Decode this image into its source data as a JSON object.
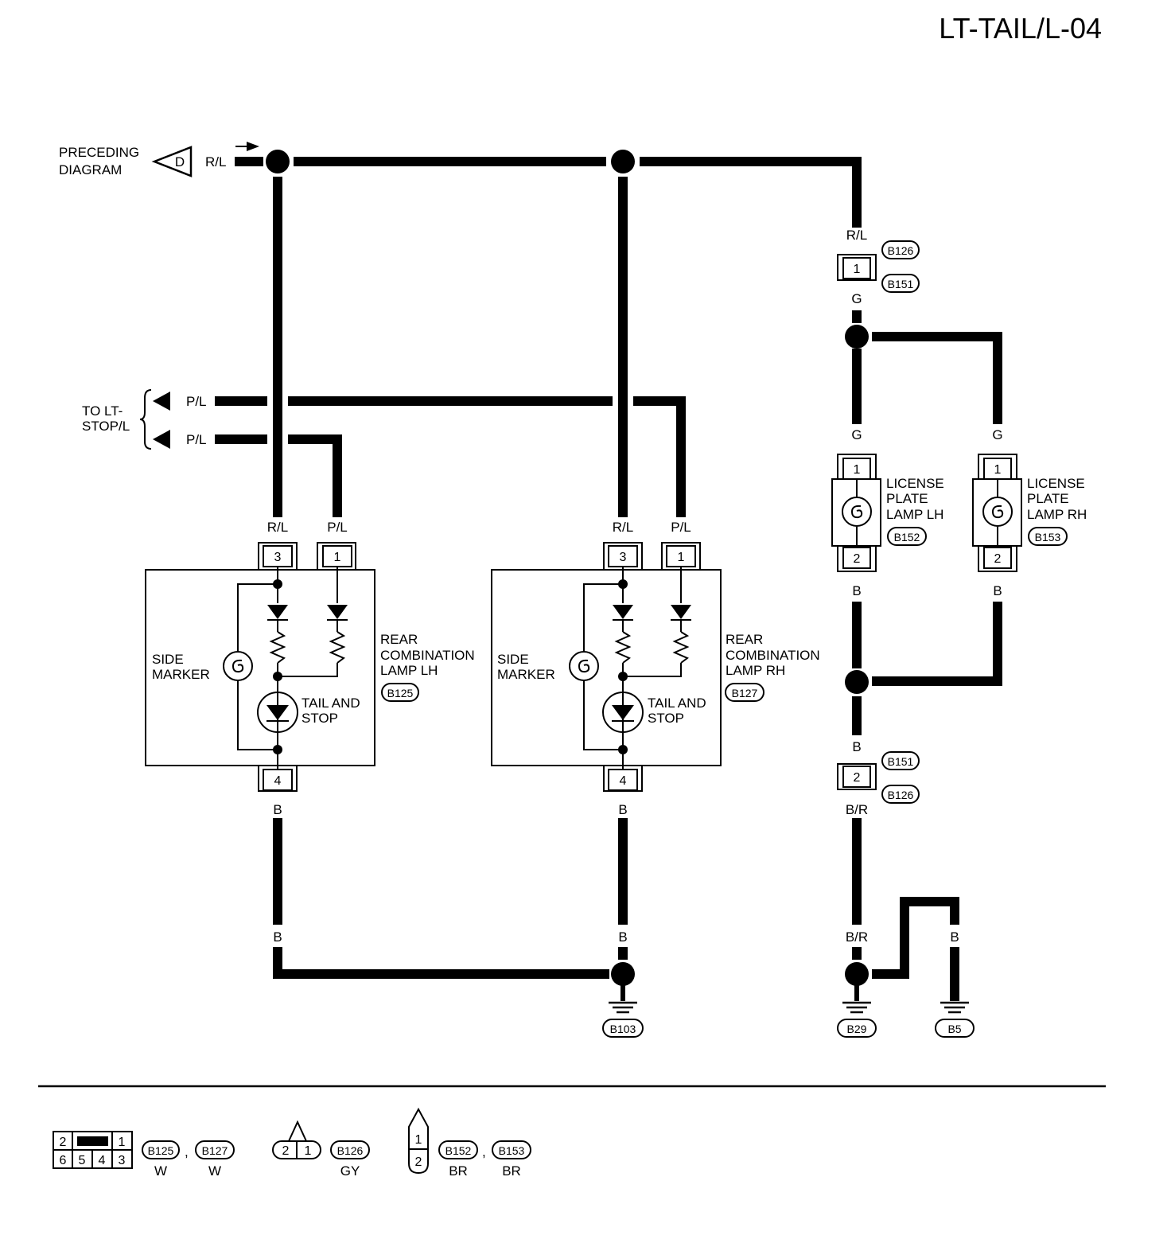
{
  "header": {
    "page_id": "LT-TAIL/L-04"
  },
  "preceding": {
    "line1": "PRECEDING",
    "line2": "DIAGRAM",
    "symbol": "D",
    "wire_color": "R/L"
  },
  "stop_ref": {
    "line1": "TO LT-",
    "line2": "STOP/L",
    "wire1": "P/L",
    "wire2": "P/L"
  },
  "lamp_lh": {
    "wire_top_a": "R/L",
    "wire_top_b": "P/L",
    "pin_a": "3",
    "pin_b": "1",
    "pin_bottom": "4",
    "side_marker_1": "SIDE",
    "side_marker_2": "MARKER",
    "tail_1": "TAIL AND",
    "tail_2": "STOP",
    "name_1": "REAR",
    "name_2": "COMBINATION",
    "name_3": "LAMP LH",
    "connector": "B125",
    "wire_bottom": "B",
    "wire_ground": "B"
  },
  "lamp_rh": {
    "wire_top_a": "R/L",
    "wire_top_b": "P/L",
    "pin_a": "3",
    "pin_b": "1",
    "pin_bottom": "4",
    "side_marker_1": "SIDE",
    "side_marker_2": "MARKER",
    "tail_1": "TAIL AND",
    "tail_2": "STOP",
    "name_1": "REAR",
    "name_2": "COMBINATION",
    "name_3": "LAMP RH",
    "connector": "B127",
    "wire_bottom": "B",
    "wire_ground": "B"
  },
  "ground_b103": {
    "label": "B103"
  },
  "license_branch": {
    "wire_in": "R/L",
    "conn_top_a": "B126",
    "conn_top_b": "B151",
    "pin_top": "1",
    "wire_out": "G",
    "conn_bot_a": "B151",
    "conn_bot_b": "B126",
    "pin_bot": "2",
    "wire_b": "B",
    "wire_br": "B/R"
  },
  "plate_lh": {
    "wire_top": "G",
    "pin_top": "1",
    "pin_bottom": "2",
    "wire_bottom": "B",
    "name_1": "LICENSE",
    "name_2": "PLATE",
    "name_3": "LAMP LH",
    "connector": "B152"
  },
  "plate_rh": {
    "wire_top": "G",
    "pin_top": "1",
    "pin_bottom": "2",
    "wire_bottom": "B",
    "name_1": "LICENSE",
    "name_2": "PLATE",
    "name_3": "LAMP RH",
    "connector": "B153"
  },
  "grounds_right": {
    "wire_br": "B/R",
    "wire_b1": "B",
    "wire_b2": "B",
    "g1": "B29",
    "g2": "B5"
  },
  "legend": {
    "conn1": {
      "pins_top": [
        "2",
        "1"
      ],
      "pins_bottom": [
        "6",
        "5",
        "4",
        "3"
      ],
      "ids": [
        "B125",
        "B127"
      ],
      "colors": [
        "W",
        "W"
      ]
    },
    "conn2": {
      "pins": [
        "2",
        "1"
      ],
      "ids": [
        "B126"
      ],
      "colors": [
        "GY"
      ]
    },
    "conn3": {
      "pins": [
        "1",
        "2"
      ],
      "ids": [
        "B152",
        "B153"
      ],
      "colors": [
        "BR",
        "BR"
      ]
    },
    "separator": ","
  }
}
